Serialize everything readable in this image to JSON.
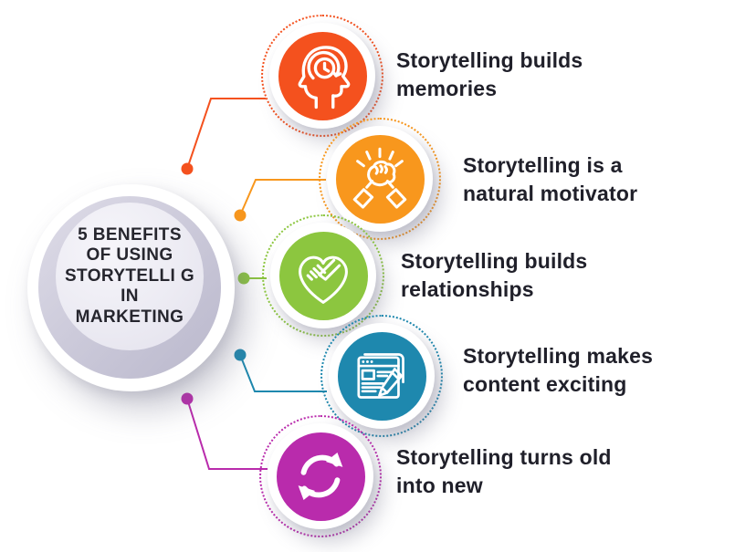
{
  "infographic": {
    "title_lines": [
      "5 BENEFITS",
      "OF USING",
      "STORYTELLI G IN",
      "MARKETING"
    ]
  },
  "benefits": [
    {
      "line1": "Storytelling builds",
      "line2": "memories",
      "color": "#F4511E",
      "icon": "head-clock-icon"
    },
    {
      "line1": "Storytelling is a",
      "line2": "natural motivator",
      "color": "#F8971D",
      "icon": "fist-bump-icon"
    },
    {
      "line1": "Storytelling builds",
      "line2": "relationships",
      "color": "#8CC63F",
      "icon": "heart-handshake-icon"
    },
    {
      "line1": "Storytelling makes",
      "line2": "content exciting",
      "color": "#1E88AE",
      "icon": "content-writing-icon"
    },
    {
      "line1": "Storytelling turns old",
      "line2": "into new",
      "color": "#B92BAC",
      "icon": "refresh-icon"
    }
  ],
  "colors": {
    "label_text": "#20202A",
    "central_text": "#26262E",
    "central_ring": "#C9C7D7",
    "background": "#FFFFFF"
  }
}
